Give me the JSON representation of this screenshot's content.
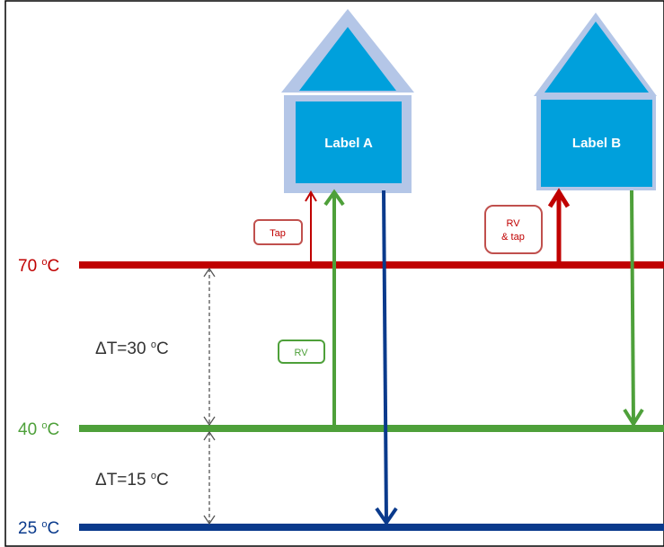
{
  "houses": [
    {
      "label": "Label A"
    },
    {
      "label": "Label B"
    }
  ],
  "levels": {
    "hot": {
      "value": "70",
      "unit": "C",
      "sup": "o",
      "color": "#c00000"
    },
    "mid": {
      "value": "40",
      "unit": "C",
      "sup": "o",
      "color": "#4ea03a"
    },
    "cold": {
      "value": "25",
      "unit": "C",
      "sup": "o",
      "color": "#0a3a8c"
    }
  },
  "deltas": [
    {
      "prefix": "ΔT=30 ",
      "sup": "o",
      "unit": "C"
    },
    {
      "prefix": "ΔT=15 ",
      "sup": "o",
      "unit": "C"
    }
  ],
  "tags": {
    "tap": "Tap",
    "rv": "RV",
    "rv_tap_line1": "RV",
    "rv_tap_line2": "& tap"
  },
  "colors": {
    "house_fill": "#00a0dc",
    "house_outline": "#b4c6e7",
    "frame": "#000000"
  }
}
